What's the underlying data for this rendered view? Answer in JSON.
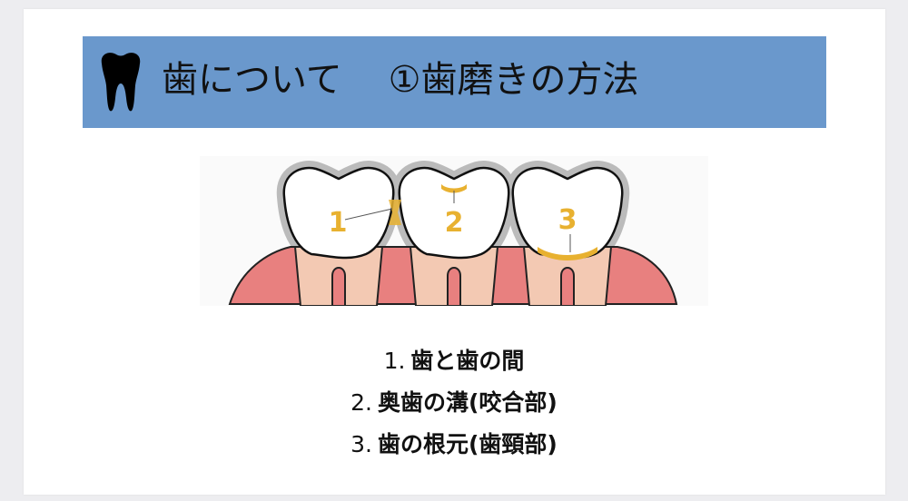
{
  "header": {
    "title_part1": "歯について",
    "title_part2": "①歯磨きの方法",
    "icon": "tooth-icon",
    "background_color": "#6a98cc"
  },
  "illustration": {
    "labels": [
      "1",
      "2",
      "3"
    ],
    "label_color": "#e8b130"
  },
  "list": [
    {
      "number": "1.",
      "text": "歯と歯の間"
    },
    {
      "number": "2.",
      "text": "奥歯の溝(咬合部)"
    },
    {
      "number": "3.",
      "text": "歯の根元(歯頸部)"
    }
  ]
}
